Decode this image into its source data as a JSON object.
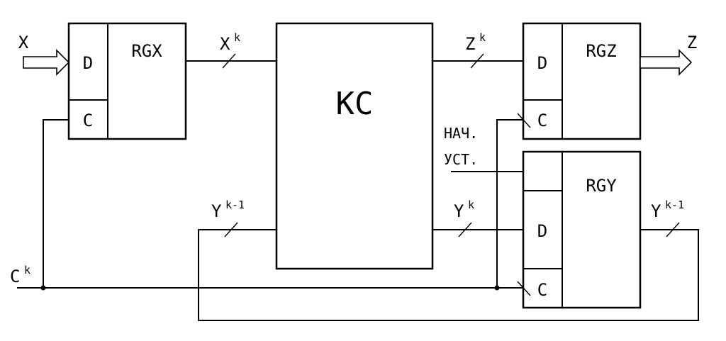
{
  "blocks": {
    "rgx": {
      "name": "RGX",
      "port_d": "D",
      "port_c": "C"
    },
    "ks": {
      "name": "КС"
    },
    "rgz": {
      "name": "RGZ",
      "port_d": "D",
      "port_c": "C"
    },
    "rgy": {
      "name": "RGY",
      "port_d": "D",
      "port_c": "C"
    }
  },
  "signals": {
    "x_in": "X",
    "x_k_base": "X",
    "x_k_sup": "k",
    "z_k_base": "Z",
    "z_k_sup": "k",
    "z_out": "Z",
    "y_k_base": "Y",
    "y_k_sup": "k",
    "y_km1_left_base": "Y",
    "y_km1_left_sup": "k-1",
    "y_km1_right_base": "Y",
    "y_km1_right_sup": "k-1",
    "c_k_base": "C",
    "c_k_sup": "k",
    "reset_line1": "НАЧ.",
    "reset_line2": "УСТ."
  }
}
